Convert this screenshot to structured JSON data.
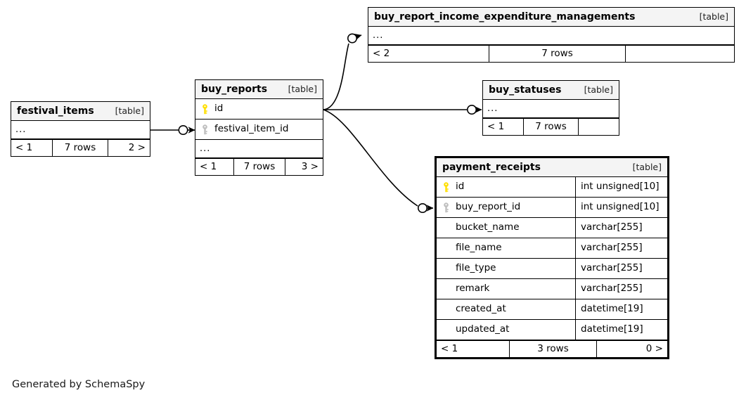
{
  "diagram": {
    "generator_note": "Generated by SchemaSpy",
    "type_label": "[table]",
    "ellipsis": "...",
    "colors": {
      "background": "#ffffff",
      "header_fill": "#f4f4f4",
      "border": "#000000",
      "primary_key": "#ffdf00",
      "foreign_key": "#bfbfbf",
      "edge": "#000000"
    }
  },
  "tables": {
    "buy_report_income_expenditure_managements": {
      "name": "buy_report_income_expenditure_managements",
      "type": "[table]",
      "columns": [
        {
          "icon": "none",
          "name": "...",
          "datatype": ""
        }
      ],
      "footer": {
        "parents": "< 2",
        "rows": "7 rows",
        "children": ""
      }
    },
    "buy_reports": {
      "name": "buy_reports",
      "type": "[table]",
      "columns": [
        {
          "icon": "primary-key-icon",
          "name": "id",
          "datatype": ""
        },
        {
          "icon": "foreign-key-icon",
          "name": "festival_item_id",
          "datatype": ""
        },
        {
          "icon": "none",
          "name": "...",
          "datatype": ""
        }
      ],
      "footer": {
        "parents": "< 1",
        "rows": "7 rows",
        "children": "3 >"
      }
    },
    "festival_items": {
      "name": "festival_items",
      "type": "[table]",
      "columns": [
        {
          "icon": "none",
          "name": "...",
          "datatype": ""
        }
      ],
      "footer": {
        "parents": "< 1",
        "rows": "7 rows",
        "children": "2 >"
      }
    },
    "buy_statuses": {
      "name": "buy_statuses",
      "type": "[table]",
      "columns": [
        {
          "icon": "none",
          "name": "...",
          "datatype": ""
        }
      ],
      "footer": {
        "parents": "< 1",
        "rows": "7 rows",
        "children": ""
      }
    },
    "payment_receipts": {
      "name": "payment_receipts",
      "type": "[table]",
      "focal": true,
      "columns": [
        {
          "icon": "primary-key-icon",
          "name": "id",
          "datatype": "int unsigned[10]"
        },
        {
          "icon": "foreign-key-icon",
          "name": "buy_report_id",
          "datatype": "int unsigned[10]"
        },
        {
          "icon": "none",
          "name": "bucket_name",
          "datatype": "varchar[255]"
        },
        {
          "icon": "none",
          "name": "file_name",
          "datatype": "varchar[255]"
        },
        {
          "icon": "none",
          "name": "file_type",
          "datatype": "varchar[255]"
        },
        {
          "icon": "none",
          "name": "remark",
          "datatype": "varchar[255]"
        },
        {
          "icon": "none",
          "name": "created_at",
          "datatype": "datetime[19]"
        },
        {
          "icon": "none",
          "name": "updated_at",
          "datatype": "datetime[19]"
        }
      ],
      "footer": {
        "parents": "< 1",
        "rows": "3 rows",
        "children": "0 >"
      }
    }
  },
  "relationships": [
    {
      "from": "festival_items",
      "to": "buy_reports",
      "to_column": "festival_item_id"
    },
    {
      "from": "buy_reports",
      "to": "buy_report_income_expenditure_managements"
    },
    {
      "from": "buy_reports",
      "to": "buy_statuses"
    },
    {
      "from": "buy_reports",
      "to": "payment_receipts",
      "to_column": "buy_report_id"
    }
  ]
}
